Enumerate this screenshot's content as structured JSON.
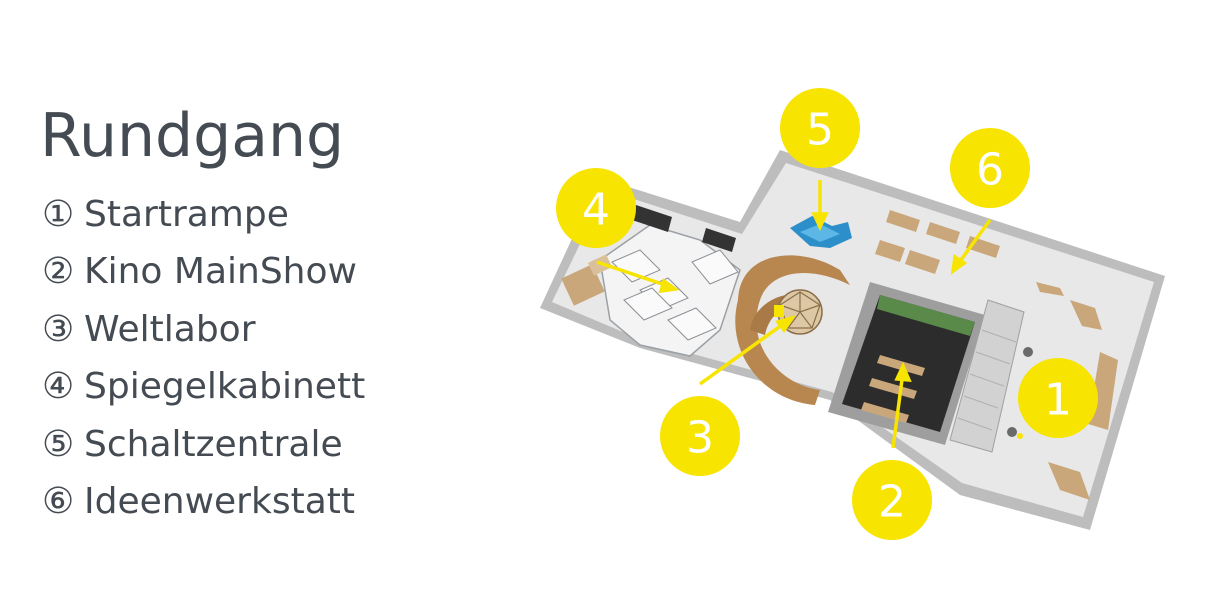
{
  "title": "Rundgang",
  "stations": [
    {
      "num": "①",
      "badge": "1",
      "label": "Startrampe"
    },
    {
      "num": "②",
      "badge": "2",
      "label": "Kino MainShow"
    },
    {
      "num": "③",
      "badge": "3",
      "label": "Weltlabor"
    },
    {
      "num": "④",
      "badge": "4",
      "label": "Spiegelkabinett"
    },
    {
      "num": "⑤",
      "badge": "5",
      "label": "Schaltzentrale"
    },
    {
      "num": "⑥",
      "badge": "6",
      "label": "Ideenwerkstatt"
    }
  ],
  "colors": {
    "text": "#454b52",
    "badge": "#f7e400",
    "floor": "#e6e6e6",
    "wall": "#c4c4c4",
    "cinema": "#2c2c2c",
    "wood": "#c9a77a"
  }
}
